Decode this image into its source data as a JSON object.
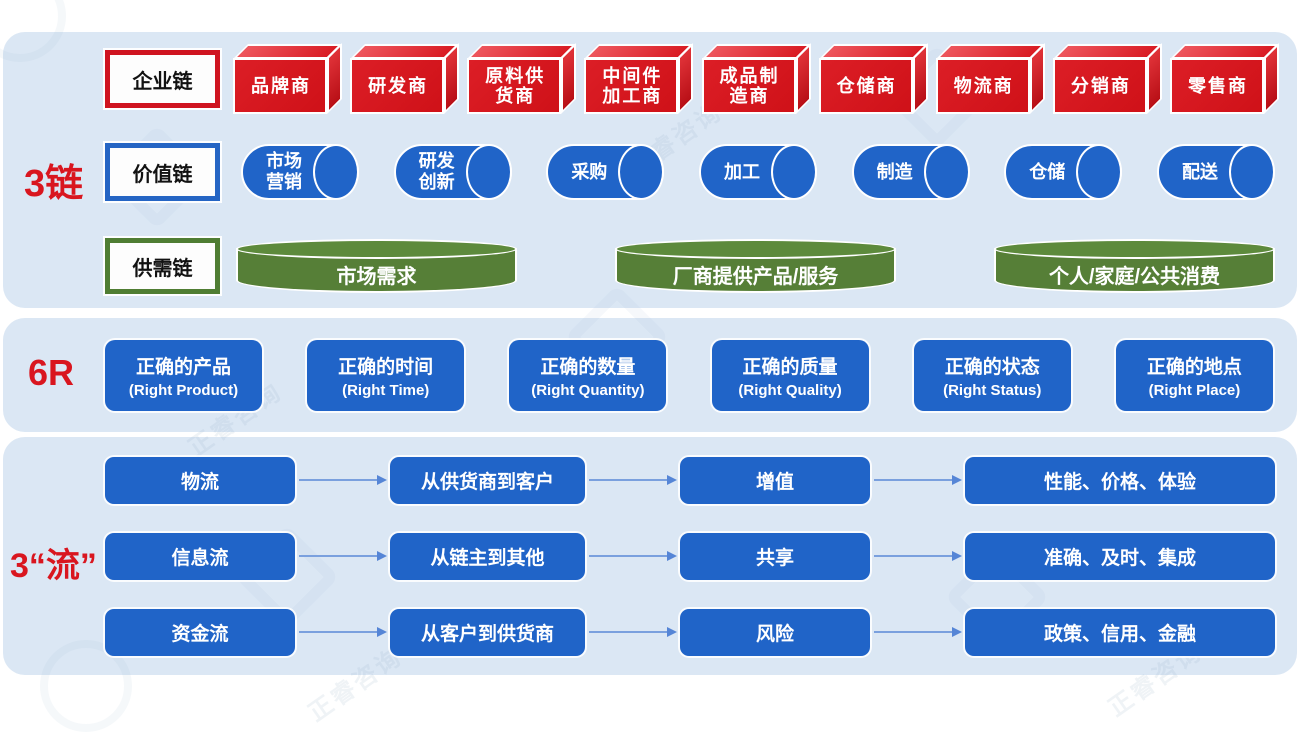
{
  "watermark": {
    "text": "正睿咨询"
  },
  "sections": {
    "chains": {
      "label": "3链",
      "enterprise": {
        "tag": "企业链",
        "items": [
          {
            "l1": "品牌商",
            "l2": ""
          },
          {
            "l1": "研发商",
            "l2": ""
          },
          {
            "l1": "原料供",
            "l2": "货商"
          },
          {
            "l1": "中间件",
            "l2": "加工商"
          },
          {
            "l1": "成品制",
            "l2": "造商"
          },
          {
            "l1": "仓储商",
            "l2": ""
          },
          {
            "l1": "物流商",
            "l2": ""
          },
          {
            "l1": "分销商",
            "l2": ""
          },
          {
            "l1": "零售商",
            "l2": ""
          }
        ]
      },
      "value": {
        "tag": "价值链",
        "items": [
          {
            "l1": "市场",
            "l2": "营销"
          },
          {
            "l1": "研发",
            "l2": "创新"
          },
          {
            "l1": "采购",
            "l2": ""
          },
          {
            "l1": "加工",
            "l2": ""
          },
          {
            "l1": "制造",
            "l2": ""
          },
          {
            "l1": "仓储",
            "l2": ""
          },
          {
            "l1": "配送",
            "l2": ""
          }
        ]
      },
      "supply_demand": {
        "tag": "供需链",
        "items": [
          {
            "label": "市场需求"
          },
          {
            "label": "厂商提供产品/服务"
          },
          {
            "label": "个人/家庭/公共消费"
          }
        ]
      }
    },
    "six_r": {
      "label": "6R",
      "items": [
        {
          "zh": "正确的产品",
          "en": "(Right Product)"
        },
        {
          "zh": "正确的时间",
          "en": "(Right Time)"
        },
        {
          "zh": "正确的数量",
          "en": "(Right Quantity)"
        },
        {
          "zh": "正确的质量",
          "en": "(Right Quality)"
        },
        {
          "zh": "正确的状态",
          "en": "(Right Status)"
        },
        {
          "zh": "正确的地点",
          "en": "(Right Place)"
        }
      ]
    },
    "flows": {
      "label": "3“流”",
      "rows": [
        {
          "c1": "物流",
          "c2": "从供货商到客户",
          "c3": "增值",
          "c4": "性能、价格、体验"
        },
        {
          "c1": "信息流",
          "c2": "从链主到其他",
          "c3": "共享",
          "c4": "准确、及时、集成"
        },
        {
          "c1": "资金流",
          "c2": "从客户到供货商",
          "c3": "风险",
          "c4": "政策、信用、金融"
        }
      ]
    }
  },
  "colors": {
    "panel_bg": "#dbe7f4",
    "red": "#d5171e",
    "blue": "#2064c8",
    "green": "#567f37",
    "label_red": "#d9161f",
    "arrow": "#7aa0de"
  }
}
